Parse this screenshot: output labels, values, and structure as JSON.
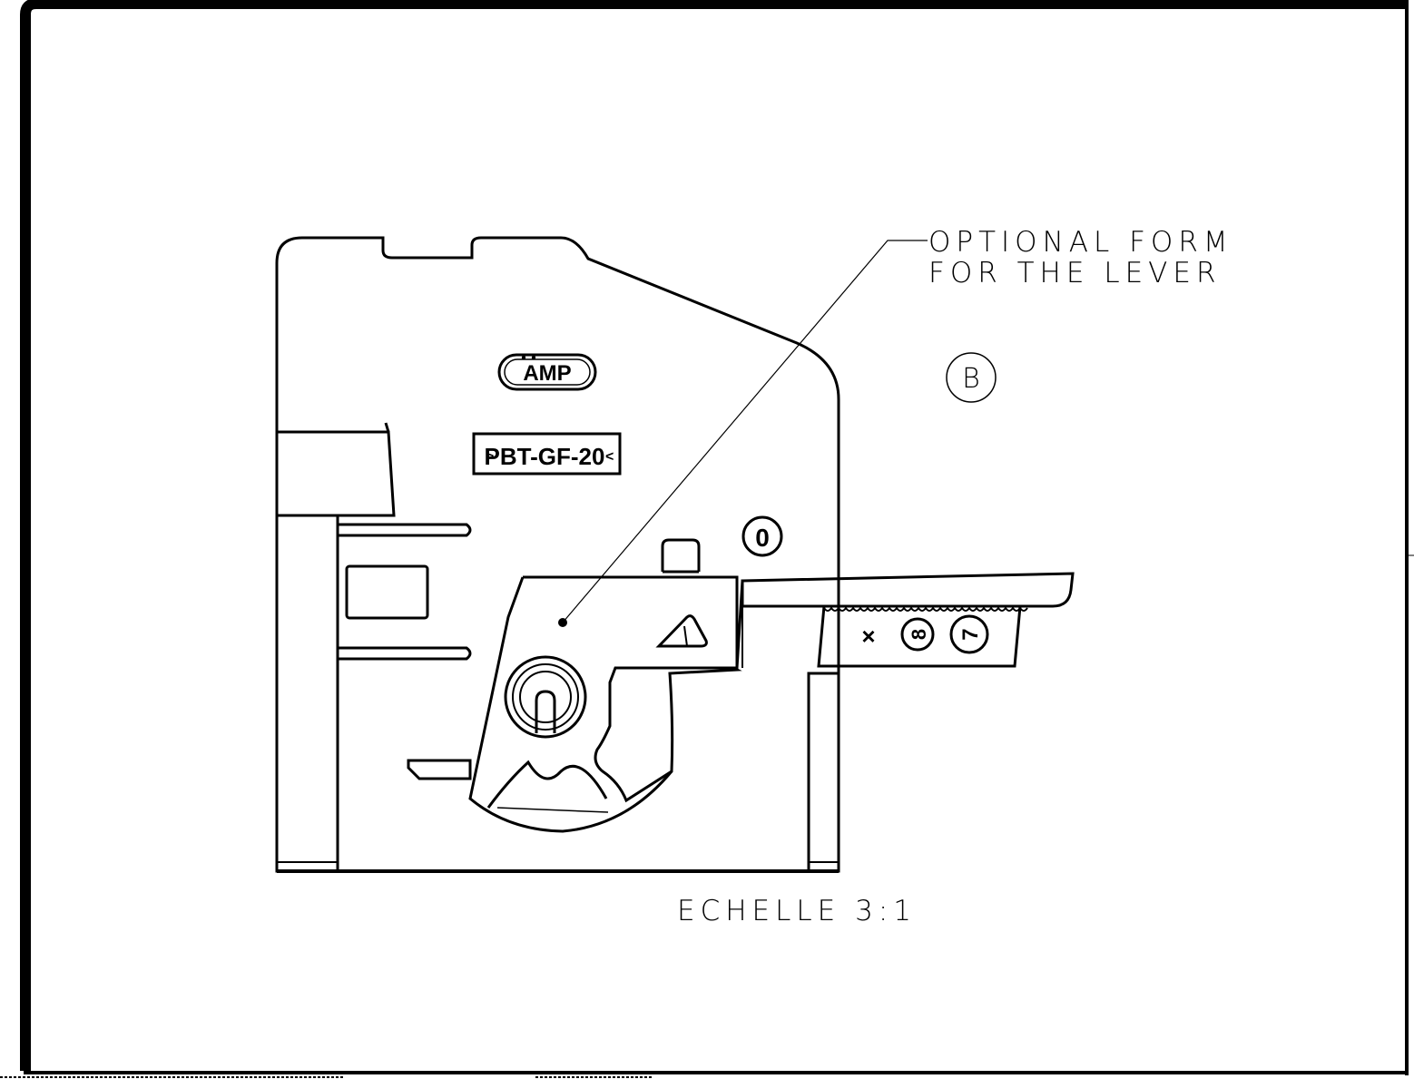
{
  "annotation": {
    "line1": "OPTIONAL FORM",
    "line2": "FOR THE LEVER"
  },
  "view_marker": "B",
  "scale_label": "ECHELLE 3:1",
  "part": {
    "logo_text": "AMP",
    "material_label": "PBT-GF-20",
    "marker_prefix": ">",
    "marker_suffix": "<"
  },
  "lever": {
    "position_zero": "0",
    "symbol_x": "×",
    "code_8": "8",
    "code_7": "7"
  }
}
